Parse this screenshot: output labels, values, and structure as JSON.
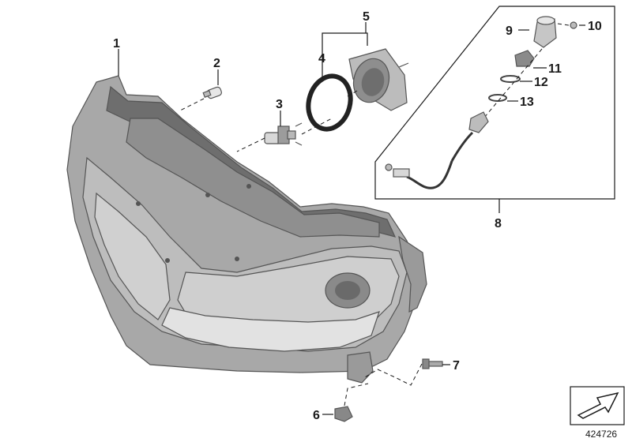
{
  "diagram": {
    "callouts": [
      "1",
      "2",
      "3",
      "4",
      "5",
      "6",
      "7",
      "8",
      "9",
      "10",
      "11",
      "12",
      "13"
    ],
    "reference_number": "424726",
    "colors": {
      "housing_dark": "#7a7a7a",
      "housing_mid": "#a6a6a6",
      "housing_light": "#d2d2d2",
      "line": "#1a1a1a"
    },
    "icons": [
      "headlight-housing",
      "parking-bulb",
      "halogen-bulb",
      "sealing-ring",
      "bulb-cover",
      "bulb-socket-harness",
      "screw",
      "nut",
      "direction-arrow-icon"
    ]
  }
}
